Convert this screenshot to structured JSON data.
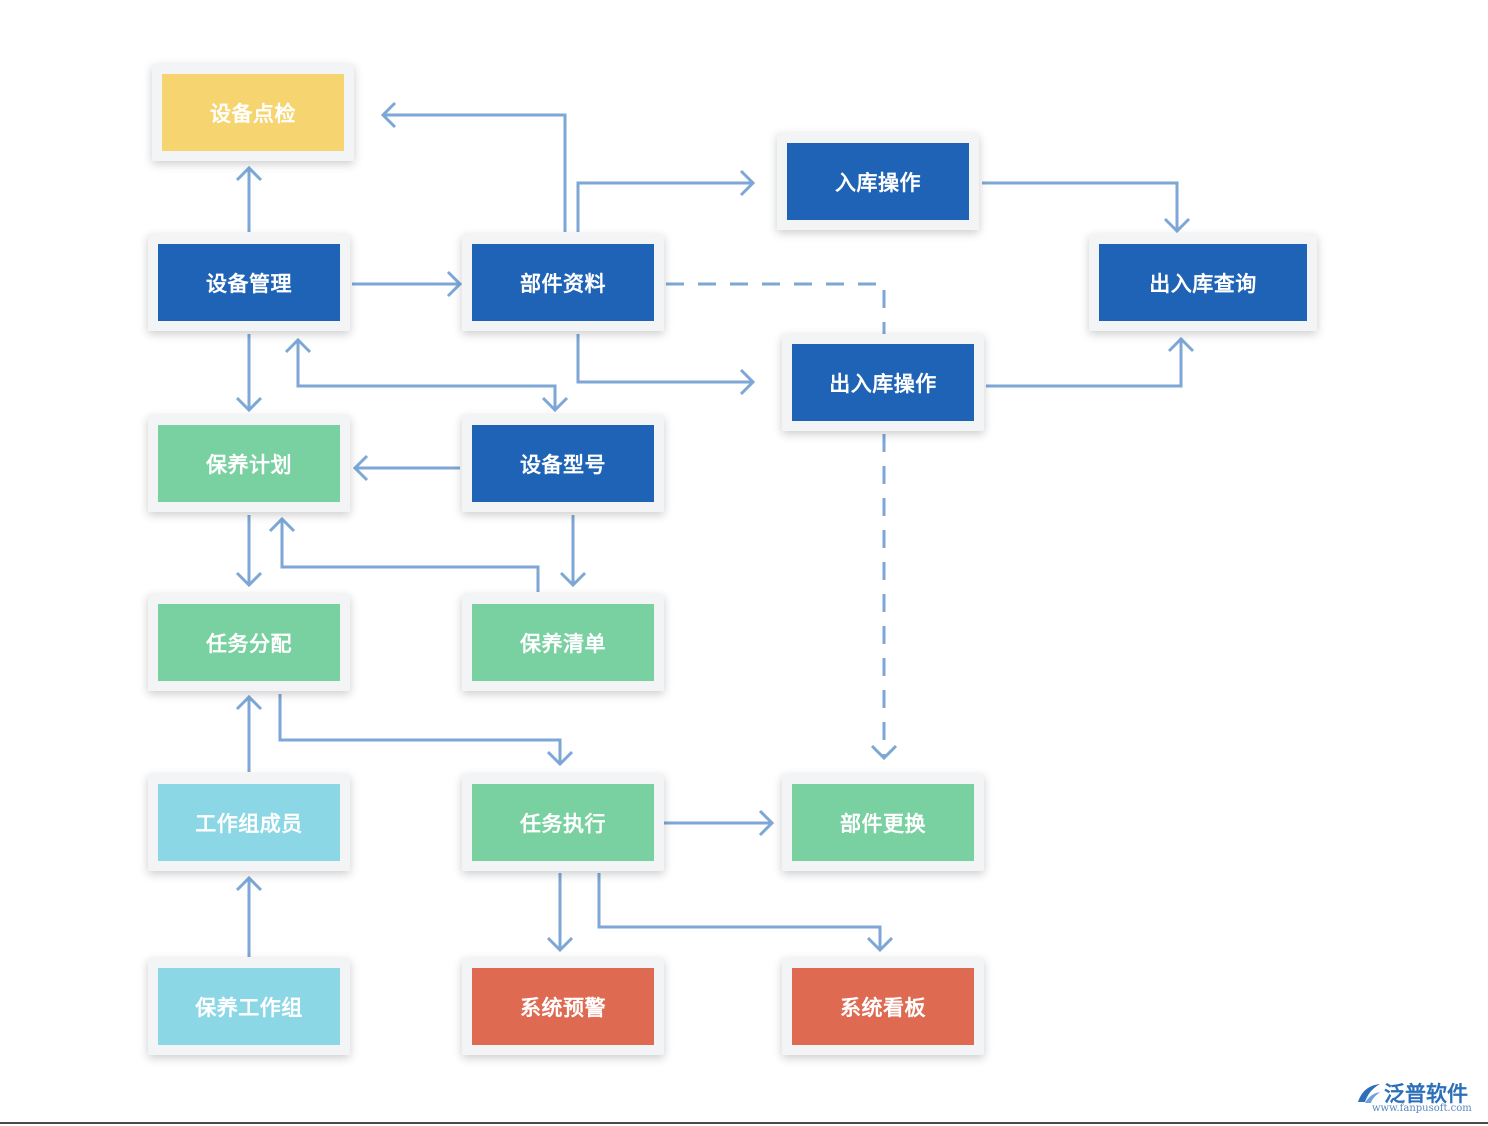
{
  "nodes": {
    "device_inspection": "设备点检",
    "device_management": "设备管理",
    "parts_data": "部件资料",
    "stock_in": "入库操作",
    "stock_query": "出入库查询",
    "stock_inout": "出入库操作",
    "maintenance_plan": "保养计划",
    "device_model": "设备型号",
    "task_assignment": "任务分配",
    "maintenance_list": "保养清单",
    "team_members": "工作组成员",
    "task_execution": "任务执行",
    "part_replacement": "部件更换",
    "maintenance_team": "保养工作组",
    "system_alert": "系统预警",
    "system_dashboard": "系统看板"
  },
  "colors": {
    "blue": "#1f63b6",
    "green": "#79d0a1",
    "yellow": "#f6d571",
    "cyan": "#8cd7e6",
    "orange": "#df6a52",
    "connector": "#7ca7d6"
  },
  "watermark": {
    "name": "泛普软件",
    "url": "www.fanpusoft.com"
  }
}
